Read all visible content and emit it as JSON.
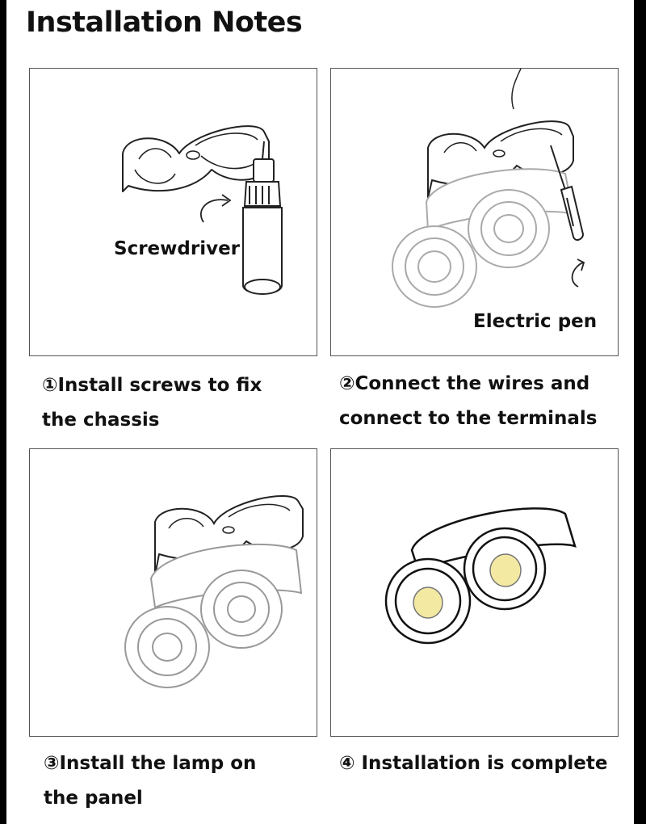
{
  "title": "Installation Notes",
  "steps": [
    {
      "caption_line1": "①Install screws to fix",
      "caption_line2": "the chassis",
      "tool_label": "Screwdriver"
    },
    {
      "caption_line1": "②Connect the wires and",
      "caption_line2": "connect to the terminals",
      "tool_label": "Electric pen"
    },
    {
      "caption_line1": "③Install the lamp on",
      "caption_line2": "the panel"
    },
    {
      "caption_line1": "④ Installation is complete",
      "caption_line2": ""
    }
  ],
  "colors": {
    "lamp_lens": "#f3e9a2",
    "line": "#222222",
    "faded_line": "#aaaaaa"
  }
}
